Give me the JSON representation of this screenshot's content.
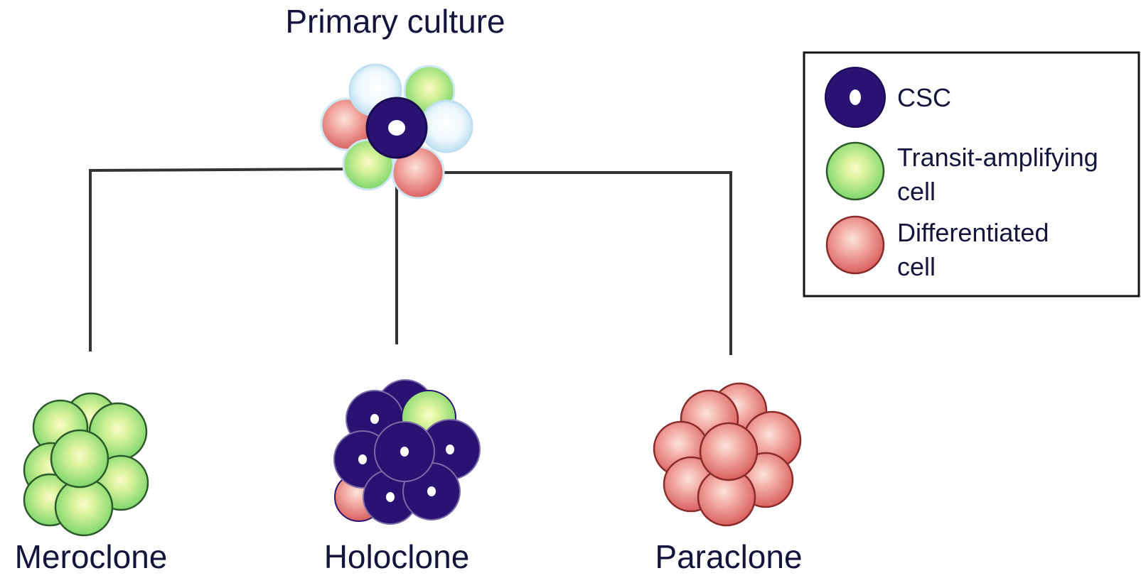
{
  "title": "Primary culture",
  "clones": {
    "meroclone": "Meroclone",
    "holoclone": "Holoclone",
    "paraclone": "Paraclone"
  },
  "legend": {
    "csc": "CSC",
    "transit_line1": "Transit-amplifying",
    "transit_line2": "cell",
    "diff_line1": "Differentiated",
    "diff_line2": "cell"
  },
  "colors": {
    "csc": "#2a1273",
    "transit": "#8ee07a",
    "differentiated": "#e87c7a",
    "light_blue": "#d8eef8",
    "text": "#14143c",
    "line": "#333333"
  }
}
